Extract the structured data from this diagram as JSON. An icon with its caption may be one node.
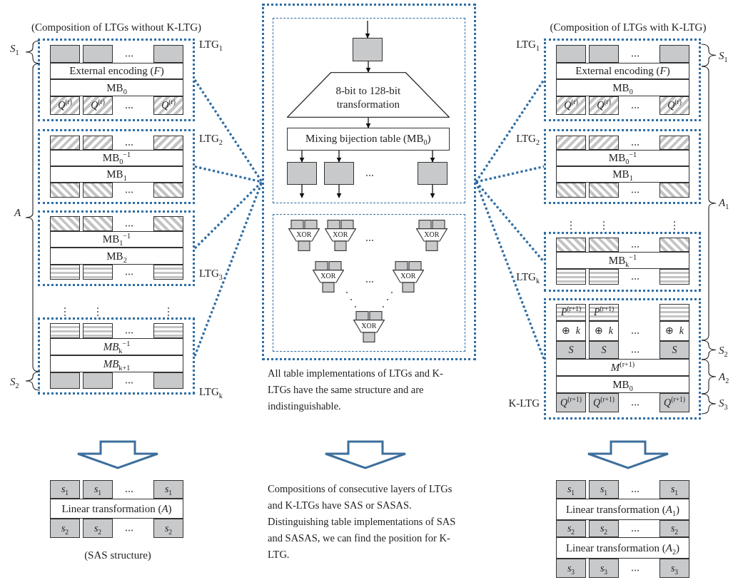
{
  "diagram": {
    "nodes": [
      {
        "text": [],
        "shape": "box",
        "beside": [
          "LTG$_{1}$"
        ]
      },
      {
        "text": [],
        "shape": "box",
        "in": 0
      },
      {
        "text": [],
        "shape": "box",
        "in": 0
      },
      {
        "text": [],
        "shape": "box",
        "in": 0
      },
      {
        "text": [
          "External encoding (*F*)"
        ],
        "in": 0
      },
      {
        "text": [
          "MB$_{0}$"
        ],
        "in": 0
      },
      {
        "text": [
          "*Q*$^{(r)}$"
        ],
        "in": 0
      },
      {
        "text": [
          "*Q*$^{(r)}$"
        ],
        "in": 0
      },
      {
        "text": [
          "*Q*$^{(r)}$"
        ],
        "in": 0
      },
      {
        "text": [],
        "shape": "box",
        "beside": [
          "LTG$_{2}$"
        ]
      },
      {
        "text": [],
        "shape": "box",
        "in": 9
      },
      {
        "text": [],
        "shape": "box",
        "in": 9
      },
      {
        "text": [],
        "shape": "box",
        "in": 9
      },
      {
        "text": [
          "MB$_{0}$$^{−1}$"
        ],
        "in": 9
      },
      {
        "text": [
          "MB$_{1}$"
        ],
        "in": 9
      },
      {
        "text": [],
        "shape": "box",
        "in": 9
      },
      {
        "text": [],
        "shape": "box",
        "in": 9
      },
      {
        "text": [],
        "shape": "box",
        "in": 9
      },
      {
        "text": [],
        "shape": "box",
        "beside": [
          "LTG$_{3}$"
        ]
      },
      {
        "text": [],
        "shape": "box",
        "in": 18
      },
      {
        "text": [],
        "shape": "box",
        "in": 18
      },
      {
        "text": [],
        "shape": "box",
        "in": 18
      },
      {
        "text": [
          "MB$_{1}$$^{−1}$"
        ],
        "in": 18
      },
      {
        "text": [
          "MB$_{2}$"
        ],
        "in": 18
      },
      {
        "text": [],
        "shape": "box",
        "in": 18
      },
      {
        "text": [],
        "shape": "box",
        "in": 18
      },
      {
        "text": [],
        "shape": "box",
        "in": 18
      },
      {
        "text": [],
        "shape": "box",
        "beside": [
          "LTG$_{k}$"
        ]
      },
      {
        "text": [],
        "shape": "box",
        "in": 27
      },
      {
        "text": [],
        "shape": "box",
        "in": 27
      },
      {
        "text": [],
        "shape": "box",
        "in": 27
      },
      {
        "text": [
          "*MB*$_{k}$$^{−1}$"
        ],
        "in": 27
      },
      {
        "text": [
          "*MB*$_{k+1}$"
        ],
        "in": 27
      },
      {
        "text": [],
        "shape": "box",
        "in": 27
      },
      {
        "text": [],
        "shape": "box",
        "in": 27
      },
      {
        "text": [],
        "shape": "box",
        "in": 27
      },
      {
        "text": [],
        "shape": "box"
      },
      {
        "text": [],
        "shape": "box",
        "in": 36
      },
      {
        "text": [],
        "shape": "box",
        "in": 37
      },
      {
        "text": [
          "8-bit to 128-bit transformation"
        ],
        "in": 37
      },
      {
        "text": [
          "Mixing bijection table (MB$_{0}$)"
        ],
        "in": 37
      },
      {
        "text": [],
        "shape": "box",
        "in": 37
      },
      {
        "text": [],
        "shape": "box",
        "in": 37
      },
      {
        "text": [],
        "shape": "box",
        "in": 37
      },
      {
        "text": [],
        "shape": "box",
        "in": 36
      },
      {
        "text": [
          "XOR"
        ],
        "in": 44
      },
      {
        "text": [
          "XOR"
        ],
        "in": 44
      },
      {
        "text": [
          "XOR"
        ],
        "in": 44
      },
      {
        "text": [
          "XOR"
        ],
        "in": 44
      },
      {
        "text": [
          "XOR"
        ],
        "in": 44
      },
      {
        "text": [
          "XOR"
        ],
        "in": 44
      },
      {
        "text": [],
        "shape": "box",
        "beside": [
          "LTG$_{1}$"
        ]
      },
      {
        "text": [],
        "shape": "box",
        "in": 51
      },
      {
        "text": [],
        "shape": "box",
        "in": 51
      },
      {
        "text": [],
        "shape": "box",
        "in": 51
      },
      {
        "text": [
          "External encoding (*F*)"
        ],
        "in": 51
      },
      {
        "text": [
          "MB$_{0}$"
        ],
        "in": 51
      },
      {
        "text": [
          "*Q*$^{(r)}$"
        ],
        "in": 51
      },
      {
        "text": [
          "*Q*$^{(r)}$"
        ],
        "in": 51
      },
      {
        "text": [
          "*Q*$^{(r)}$"
        ],
        "in": 51
      },
      {
        "text": [],
        "shape": "box",
        "beside": [
          "LTG$_{2}$"
        ]
      },
      {
        "text": [],
        "shape": "box",
        "in": 60
      },
      {
        "text": [],
        "shape": "box",
        "in": 60
      },
      {
        "text": [],
        "shape": "box",
        "in": 60
      },
      {
        "text": [
          "MB$_{0}$$^{−1}$"
        ],
        "in": 60
      },
      {
        "text": [
          "MB$_{1}$"
        ],
        "in": 60
      },
      {
        "text": [],
        "shape": "box",
        "in": 60
      },
      {
        "text": [],
        "shape": "box",
        "in": 60
      },
      {
        "text": [],
        "shape": "box",
        "in": 60
      },
      {
        "text": [],
        "shape": "box",
        "beside": [
          "LTG$_{k}$"
        ]
      },
      {
        "text": [],
        "shape": "box",
        "in": 69
      },
      {
        "text": [],
        "shape": "box",
        "in": 69
      },
      {
        "text": [],
        "shape": "box",
        "in": 69
      },
      {
        "text": [
          "MB$_{k}$$^{−1}$"
        ],
        "in": 69
      },
      {
        "text": [],
        "shape": "box",
        "in": 69
      },
      {
        "text": [],
        "shape": "box",
        "in": 69
      },
      {
        "text": [],
        "shape": "box",
        "in": 69
      },
      {
        "text": [],
        "shape": "box",
        "beside": [
          "K-LTG"
        ]
      },
      {
        "text": [
          "*P*$^{(r+1)}$"
        ],
        "in": 77
      },
      {
        "text": [
          "*P*$^{(r+1)}$"
        ],
        "in": 77
      },
      {
        "text": [],
        "shape": "box",
        "in": 77
      },
      {
        "text": [
          "⊕ *k*"
        ],
        "in": 77
      },
      {
        "text": [
          "⊕ *k*"
        ],
        "in": 77
      },
      {
        "text": [
          "⊕ *k*"
        ],
        "in": 77
      },
      {
        "text": [
          "S"
        ],
        "in": 77
      },
      {
        "text": [
          "S"
        ],
        "in": 77
      },
      {
        "text": [
          "S"
        ],
        "in": 77
      },
      {
        "text": [
          "*M*$^{(r+1)}$"
        ],
        "in": 77
      },
      {
        "text": [
          "MB$_{0}$"
        ],
        "in": 77
      },
      {
        "text": [
          "*Q*$^{(r+1)}$"
        ],
        "in": 77
      },
      {
        "text": [
          "*Q*$^{(r+1)}$"
        ],
        "in": 77
      },
      {
        "text": [
          "*Q*$^{(r+1)}$"
        ],
        "in": 77
      },
      {
        "text": [
          "*s*$_{1}$"
        ]
      },
      {
        "text": [
          "*s*$_{1}$"
        ]
      },
      {
        "text": [
          "*s*$_{1}$"
        ]
      },
      {
        "text": [
          "Linear transformation (*A*)"
        ]
      },
      {
        "text": [
          "*s*$_{2}$"
        ]
      },
      {
        "text": [
          "*s*$_{2}$"
        ]
      },
      {
        "text": [
          "*s*$_{2}$"
        ]
      },
      {
        "text": [
          "*s*$_{1}$"
        ]
      },
      {
        "text": [
          "*s*$_{1}$"
        ]
      },
      {
        "text": [
          "*s*$_{1}$"
        ]
      },
      {
        "text": [
          "Linear transformation (*A*$_{1}$)"
        ]
      },
      {
        "text": [
          "*s*$_{2}$"
        ]
      },
      {
        "text": [
          "*s*$_{2}$"
        ]
      },
      {
        "text": [
          "*s*$_{2}$"
        ]
      },
      {
        "text": [
          "Linear transformation (*A*$_{2}$)"
        ]
      },
      {
        "text": [
          "*s*$_{3}$"
        ]
      },
      {
        "text": [
          "*s*$_{3}$"
        ]
      },
      {
        "text": [
          "*s*$_{3}$"
        ]
      }
    ],
    "edges": [
      {
        "from": null,
        "to": 38,
        "arrow": "to"
      },
      {
        "from": 38,
        "to": 39,
        "arrow": "to"
      },
      {
        "from": 39,
        "to": 40,
        "arrow": "to"
      },
      {
        "from": 40,
        "to": 41,
        "arrow": "to"
      },
      {
        "from": 40,
        "to": 42,
        "arrow": "to"
      },
      {
        "from": 40,
        "to": 43,
        "arrow": "to"
      },
      {
        "from": 41,
        "to": null,
        "arrow": "to"
      },
      {
        "from": 42,
        "to": null,
        "arrow": "to"
      },
      {
        "from": 43,
        "to": null,
        "arrow": "to"
      },
      {
        "from": 0,
        "to": 36,
        "arrow": "none",
        "style": "dashed",
        "color": "#2e6da4"
      },
      {
        "from": 9,
        "to": 36,
        "arrow": "none",
        "style": "dashed",
        "color": "#2e6da4"
      },
      {
        "from": 18,
        "to": 36,
        "arrow": "none",
        "style": "dashed",
        "color": "#2e6da4"
      },
      {
        "from": 27,
        "to": 36,
        "arrow": "none",
        "style": "dashed",
        "color": "#2e6da4"
      },
      {
        "from": 36,
        "to": 51,
        "arrow": "none",
        "style": "dashed",
        "color": "#2e6da4"
      },
      {
        "from": 36,
        "to": 60,
        "arrow": "none",
        "style": "dashed",
        "color": "#2e6da4"
      },
      {
        "from": 36,
        "to": 69,
        "arrow": "none",
        "style": "dashed",
        "color": "#2e6da4"
      },
      {
        "from": 36,
        "to": 77,
        "arrow": "none",
        "style": "dashed",
        "color": "#2e6da4"
      }
    ],
    "labels": [
      "(Composition of LTGs without K-LTG)",
      "(Composition of LTGs with K-LTG)",
      "*S*$_{1}$",
      "A",
      "*S*$_{2}$",
      "*S*$_{1}$",
      "*A*$_{1}$",
      "*S*$_{2}$",
      "*A*$_{2}$",
      "*S*$_{3}$",
      "All table implementations of LTGs and K-LTGs have the same structure and are indistinguishable.",
      "Compositions of consecutive layers of LTGs and K-LTGs have SAS or SASAS. Distinguishing table implementations of SAS and SASAS, we can find the position for K-LTG.",
      "(SAS structure)"
    ]
  }
}
